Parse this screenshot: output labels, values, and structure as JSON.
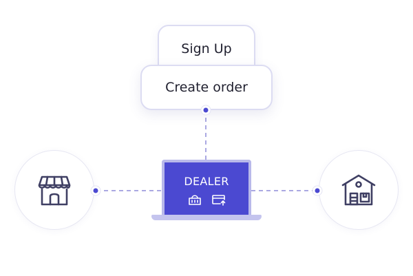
{
  "cards": {
    "signup": "Sign Up",
    "create_order": "Create order"
  },
  "dealer": {
    "label": "DEALER",
    "icons": [
      "basket-icon",
      "card-upload-icon"
    ]
  },
  "nodes": {
    "left": "storefront-icon",
    "right": "warehouse-icon"
  },
  "colors": {
    "accent": "#4b49d1",
    "dot": "#4b49d1",
    "dash": "#8d8bd8",
    "card_border": "#dcdcf2",
    "icon_stroke": "#3f3f63"
  }
}
